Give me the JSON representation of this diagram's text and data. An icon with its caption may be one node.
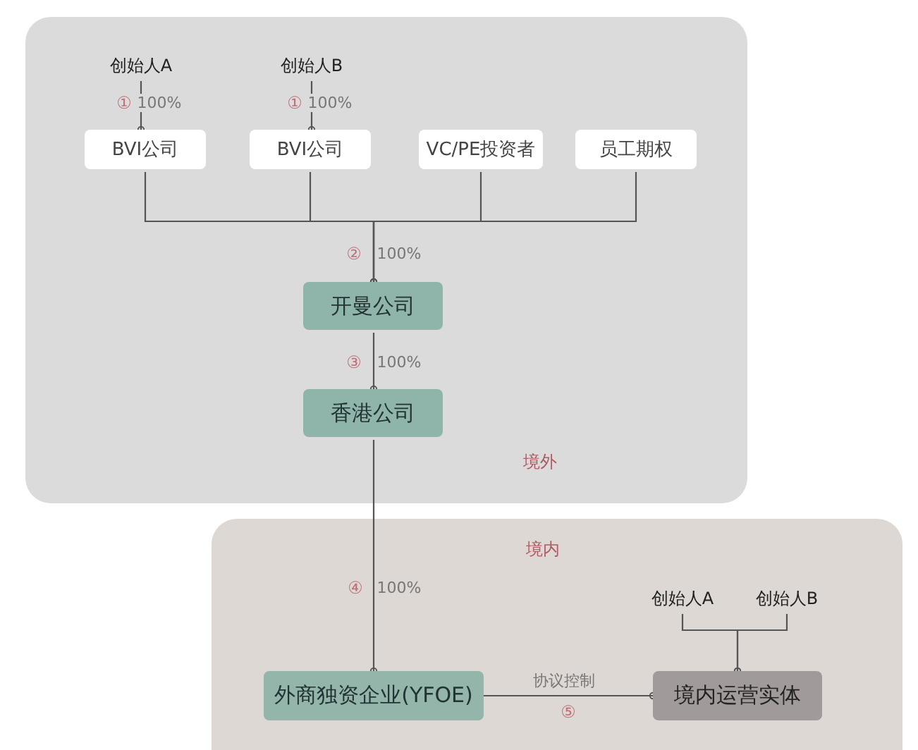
{
  "diagram": {
    "nodes": [
      {
        "text": [
          "境外"
        ]
      },
      {
        "text": [
          "创始人A"
        ],
        "in": 0
      },
      {
        "text": [
          "创始人B"
        ],
        "in": 0
      },
      {
        "text": [
          "BVI公司"
        ],
        "in": 0
      },
      {
        "text": [
          "BVI公司"
        ],
        "in": 0
      },
      {
        "text": [
          "VC/PE投资者"
        ],
        "in": 0
      },
      {
        "text": [
          "员工期权"
        ],
        "in": 0
      },
      {
        "text": [
          "开曼公司"
        ],
        "in": 0
      },
      {
        "text": [
          "香港公司"
        ],
        "in": 0
      },
      {
        "text": [
          "境内"
        ]
      },
      {
        "text": [
          "外商独资企业(YFOE)"
        ],
        "in": 9
      },
      {
        "text": [
          "境内运营实体"
        ],
        "in": 9
      },
      {
        "text": [
          "创始人A"
        ],
        "in": 9
      },
      {
        "text": [
          "创始人B"
        ],
        "in": 9
      }
    ],
    "edges": [
      {
        "from": 1,
        "to": 3,
        "arrow": "other",
        "label": "100%"
      },
      {
        "from": 2,
        "to": 4,
        "arrow": "other",
        "label": "100%"
      },
      {
        "from": 3,
        "to": 7,
        "arrow": "other",
        "label": "100%"
      },
      {
        "from": 4,
        "to": 7,
        "arrow": "other"
      },
      {
        "from": 5,
        "to": 7,
        "arrow": "other"
      },
      {
        "from": 6,
        "to": 7,
        "arrow": "other"
      },
      {
        "from": 7,
        "to": 8,
        "arrow": "other",
        "label": "100%"
      },
      {
        "from": 8,
        "to": 10,
        "arrow": "other",
        "label": "100%"
      },
      {
        "from": 10,
        "to": 11,
        "arrow": "other",
        "label": "协议控制"
      },
      {
        "from": 12,
        "to": 11,
        "arrow": "other"
      },
      {
        "from": 13,
        "to": 11,
        "arrow": "other"
      }
    ],
    "labels": [
      "①",
      "①",
      "②",
      "③",
      "④",
      "⑤"
    ]
  }
}
